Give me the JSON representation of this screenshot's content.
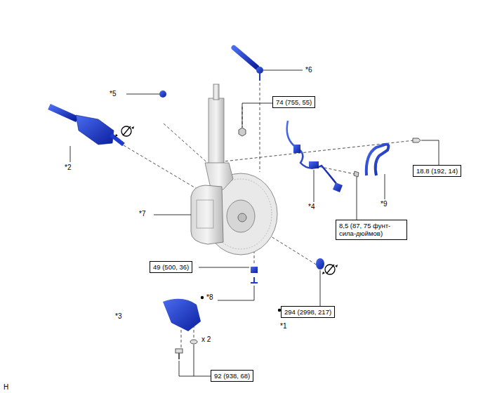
{
  "diagram": {
    "nodes": [
      {
        "text": [
          "74 (755, 55)"
        ]
      },
      {
        "text": [
          "18.8 (192, 14)"
        ]
      },
      {
        "text": [
          "8,5 (87, 75 фунт-сила-дюймов)"
        ]
      },
      {
        "text": [
          "49 (500, 36)"
        ]
      },
      {
        "text": [
          "294 (2998, 217)"
        ]
      },
      {
        "text": [
          "92 (938, 68)"
        ]
      }
    ],
    "labels": [
      "*6",
      "*5",
      "*2",
      "*4",
      "*9",
      "*7",
      "*8",
      "*3",
      "x 2",
      "*1",
      "H"
    ]
  }
}
